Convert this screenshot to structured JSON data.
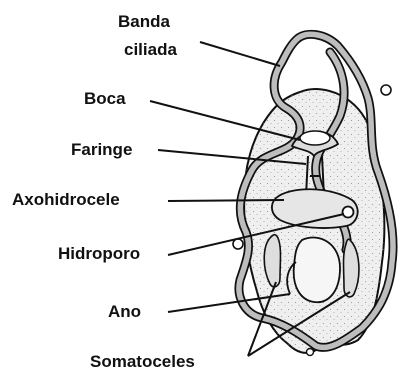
{
  "labels": {
    "banda_ciliada_1": "Banda",
    "banda_ciliada_2": "ciliada",
    "boca": "Boca",
    "faringe": "Faringe",
    "axohidrocele": "Axohidrocele",
    "hidroporo": "Hidroporo",
    "ano": "Ano",
    "somatoceles": "Somatoceles"
  },
  "colors": {
    "ink": "#111111",
    "body_fill": "#efefef",
    "ciliated_band": "#bdbdbd",
    "background": "#ffffff"
  }
}
